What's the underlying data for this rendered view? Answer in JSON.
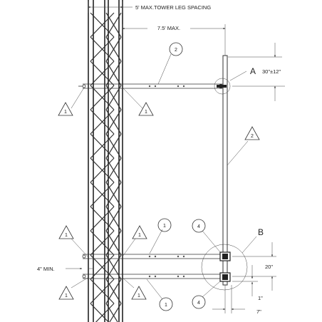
{
  "dimensions": {
    "tower_leg_spacing": "5' MAX.TOWER LEG SPACING",
    "arm_length": "7.5' MAX.",
    "top_offset": "30\"±12\"",
    "arm_spacing": "20\"",
    "min_clearance": "4\" MIN.",
    "end_offset": "1\"",
    "end_width": "7\""
  },
  "details": {
    "top": "A",
    "bottom": "B"
  },
  "callouts": {
    "c_top_arm": "2",
    "c_top_left_a": "1",
    "c_top_left_b": "1",
    "c_vertical": "2",
    "c_bot_left_a": "1",
    "c_bot_left_b": "1",
    "c_bot_arm_upper": "1",
    "c_bot_arm_lower": "1",
    "c_clamp_upper": "4",
    "c_clamp_lower": "4",
    "c_bot_left_c": "1",
    "c_bot_left_d": "1"
  }
}
